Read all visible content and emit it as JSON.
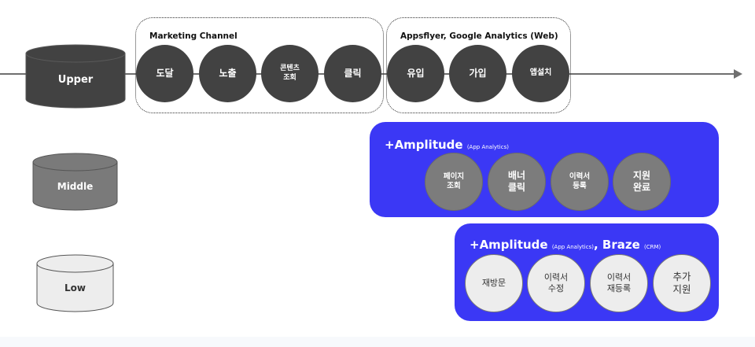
{
  "tiers": {
    "upper": {
      "label": "Upper",
      "fill": "#424242",
      "text_color": "#ffffff"
    },
    "middle": {
      "label": "Middle",
      "fill": "#7a7a7a",
      "text_color": "#ffffff"
    },
    "low": {
      "label": "Low",
      "fill": "#ededed",
      "text_color": "#333333"
    }
  },
  "upper_groups": [
    {
      "label": "Marketing Channel",
      "steps": [
        "도달",
        "노출",
        "콘텐츠\n조회",
        "클릭"
      ]
    },
    {
      "label": "Appsflyer, Google Analytics (Web)",
      "steps": [
        "유입",
        "가입",
        "앱설치"
      ]
    }
  ],
  "middle_panel": {
    "title_main": "+Amplitude",
    "title_sub": "(App Analytics)",
    "steps": [
      "페이지\n조회",
      "배너\n클릭",
      "이력서\n등록",
      "지원\n완료"
    ]
  },
  "low_panel": {
    "title_main": "+Amplitude",
    "title_sub": "(App Analytics)",
    "title_sep": ",",
    "title_main2": "Braze",
    "title_sub2": "(CRM)",
    "steps": [
      "재방문",
      "이력서\n수정",
      "이력서\n재등록",
      "추가\n지원"
    ]
  },
  "colors": {
    "panel_blue": "#3b38f5",
    "dark_circle": "#424242",
    "mid_circle": "#7c7c7c",
    "light_circle": "#ededed",
    "axis": "#6f6f6f"
  }
}
